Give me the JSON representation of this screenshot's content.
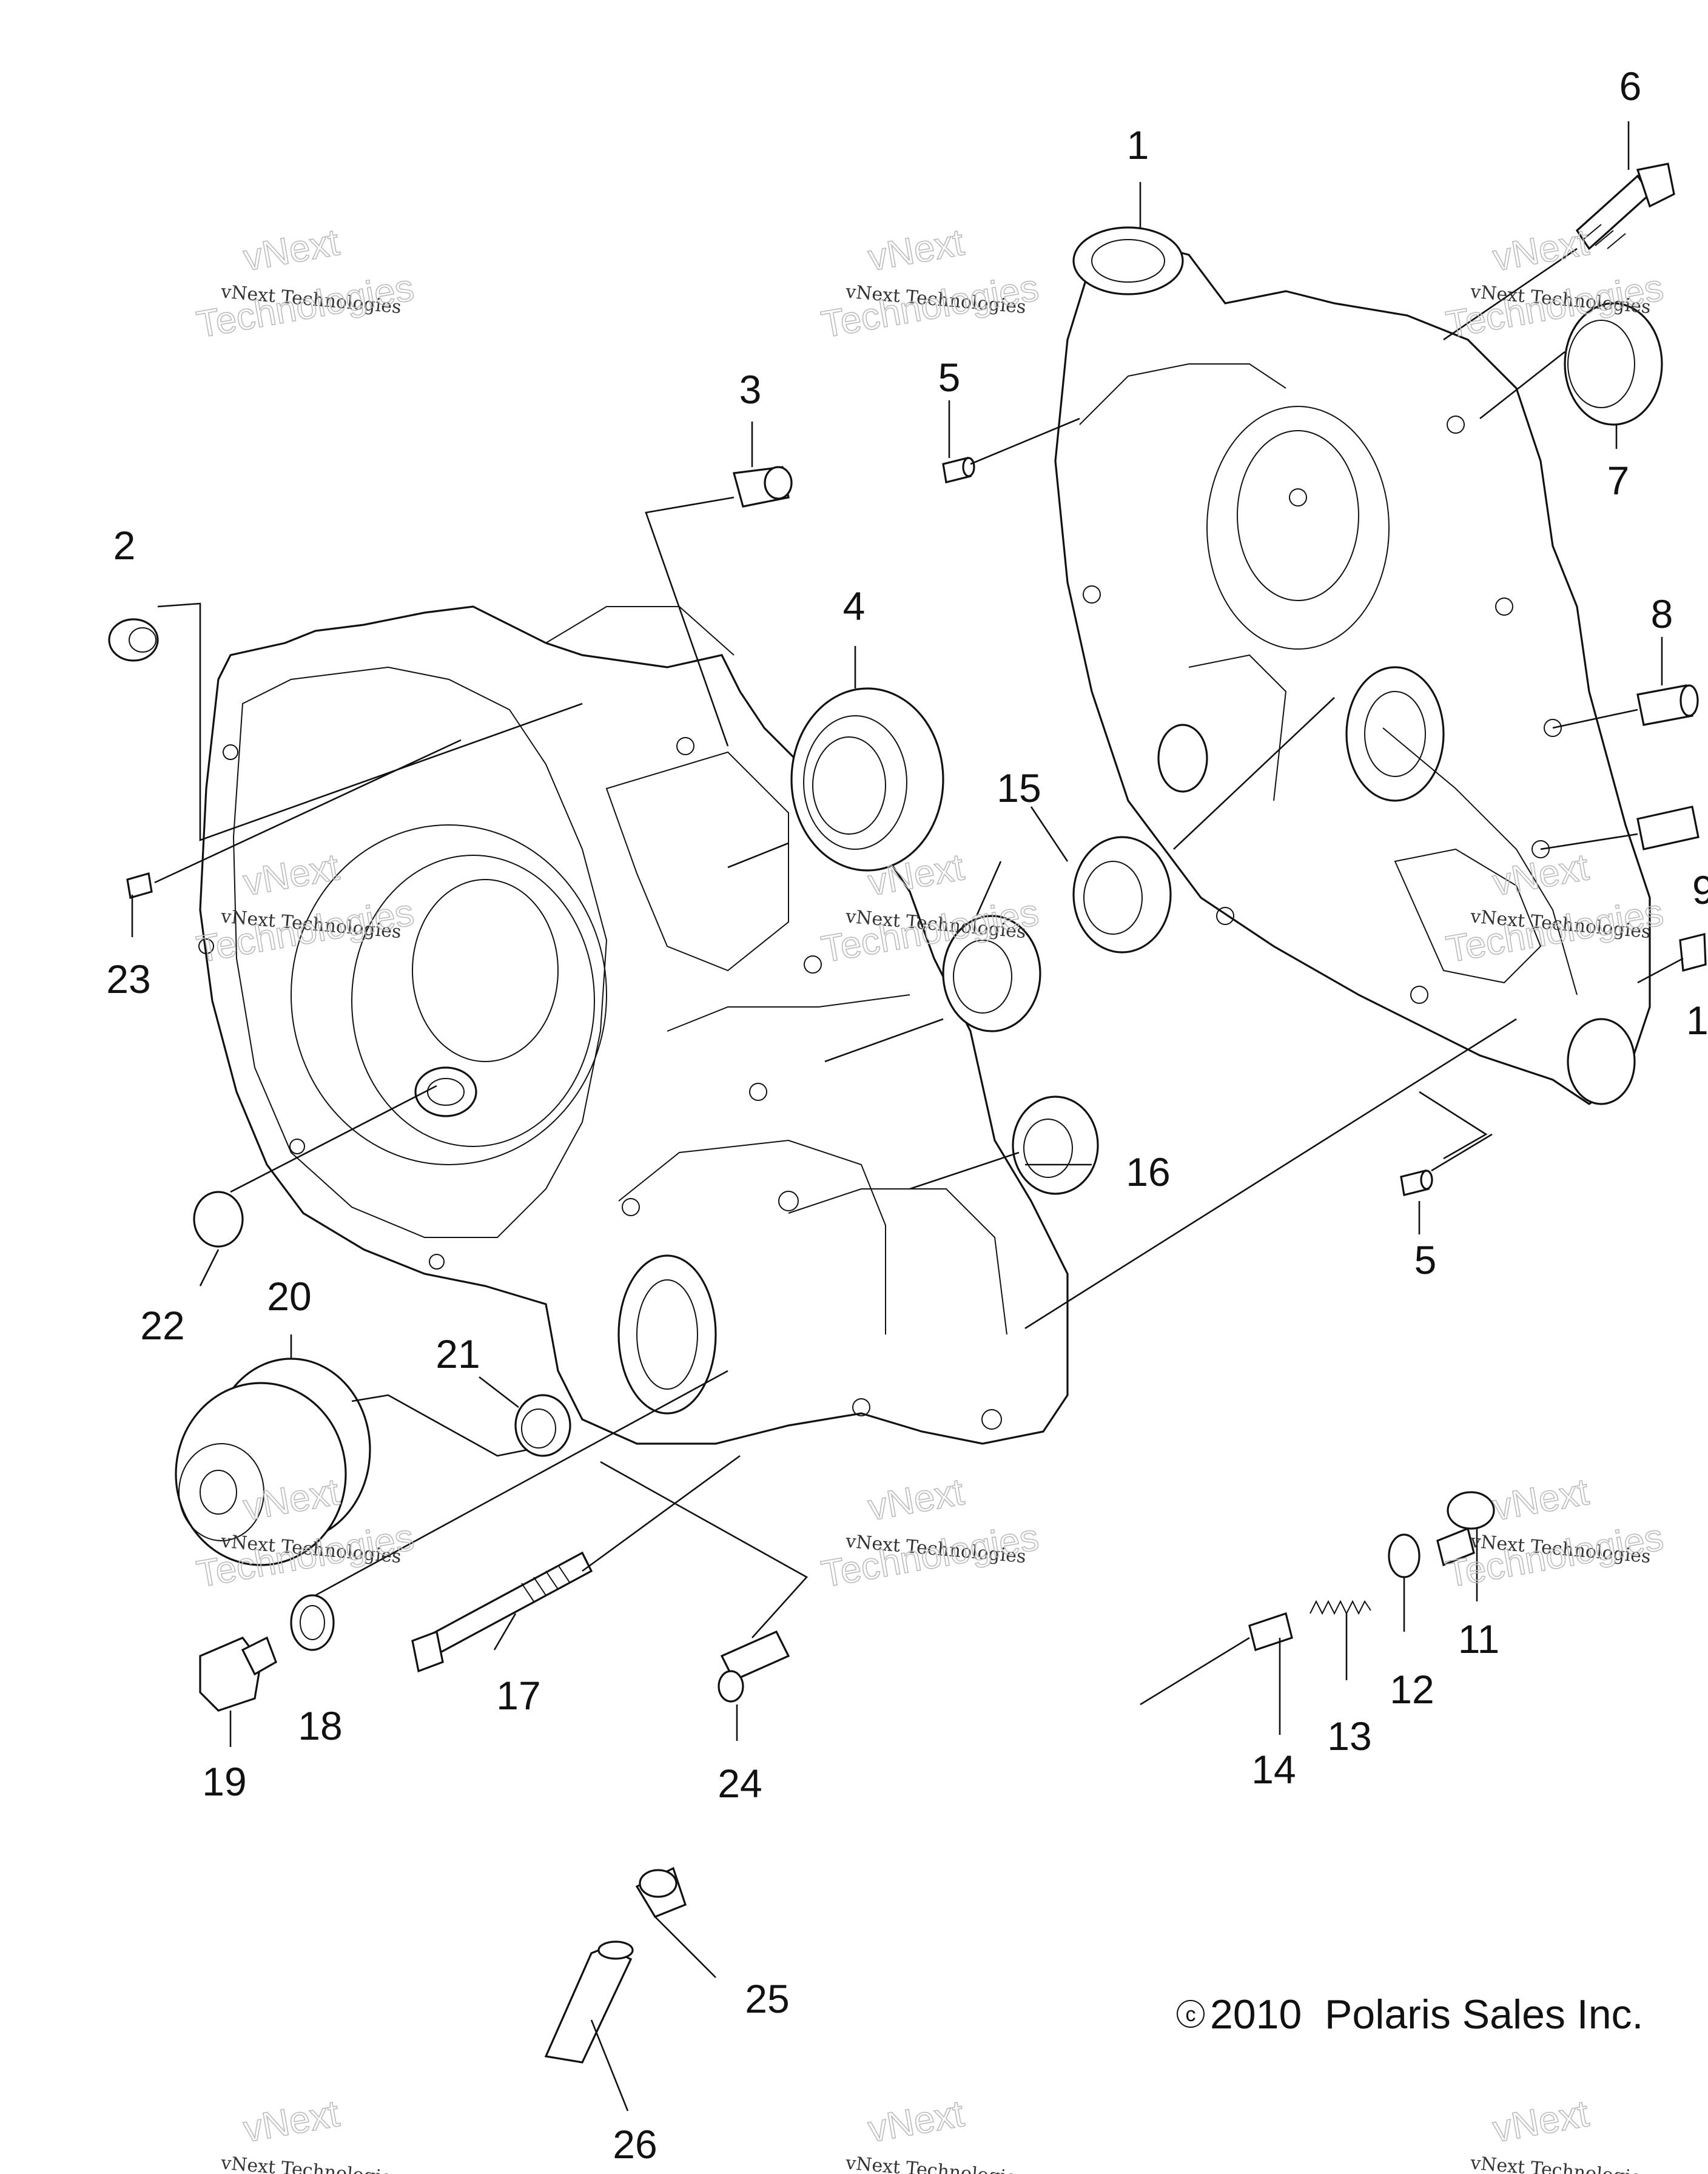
{
  "callouts": [
    {
      "id": "c1",
      "label": "1"
    },
    {
      "id": "c2",
      "label": "2"
    },
    {
      "id": "c3",
      "label": "3"
    },
    {
      "id": "c4",
      "label": "4"
    },
    {
      "id": "c5a",
      "label": "5"
    },
    {
      "id": "c5b",
      "label": "5"
    },
    {
      "id": "c6",
      "label": "6"
    },
    {
      "id": "c7",
      "label": "7"
    },
    {
      "id": "c8",
      "label": "8"
    },
    {
      "id": "c9",
      "label": "9"
    },
    {
      "id": "c10",
      "label": "1"
    },
    {
      "id": "c11",
      "label": "11"
    },
    {
      "id": "c12",
      "label": "12"
    },
    {
      "id": "c13",
      "label": "13"
    },
    {
      "id": "c14",
      "label": "14"
    },
    {
      "id": "c15",
      "label": "15"
    },
    {
      "id": "c16",
      "label": "16"
    },
    {
      "id": "c17",
      "label": "17"
    },
    {
      "id": "c18",
      "label": "18"
    },
    {
      "id": "c19",
      "label": "19"
    },
    {
      "id": "c20",
      "label": "20"
    },
    {
      "id": "c21",
      "label": "21"
    },
    {
      "id": "c22",
      "label": "22"
    },
    {
      "id": "c23",
      "label": "23"
    },
    {
      "id": "c24",
      "label": "24"
    },
    {
      "id": "c25",
      "label": "25"
    },
    {
      "id": "c26",
      "label": "26"
    }
  ],
  "watermark": {
    "small": "vNext Technologies",
    "big_top": "vNext",
    "big_bottom": "Technologies"
  },
  "copyright": {
    "symbol": "c",
    "text": "2010  Polaris Sales Inc."
  }
}
